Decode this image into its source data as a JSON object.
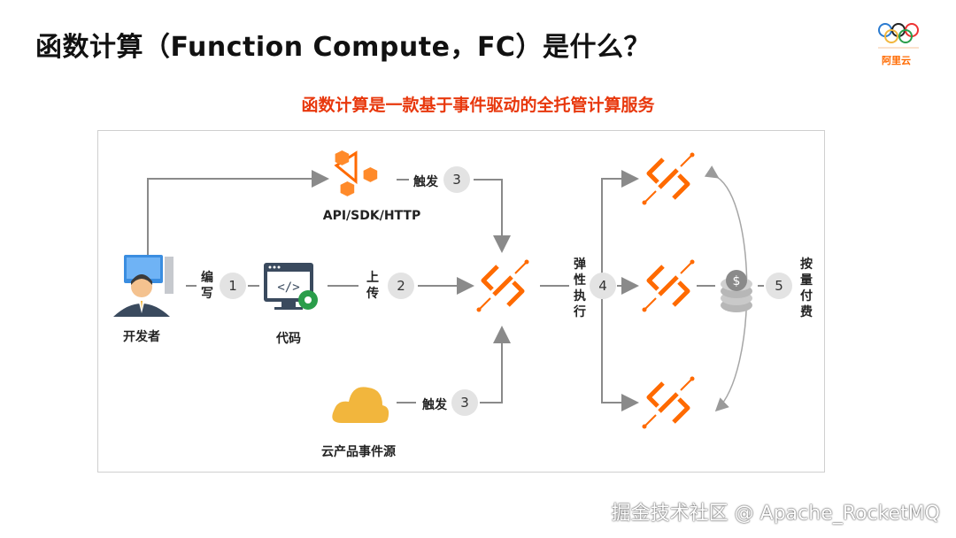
{
  "header": {
    "title": "函数计算（Function Compute，FC）是什么？",
    "logo_text": "阿里云"
  },
  "subtitle": "函数计算是一款基于事件驱动的全托管计算服务",
  "nodes": {
    "developer": "开发者",
    "code": "代码",
    "api": "API/SDK/HTTP",
    "cloud_source": "云产品事件源"
  },
  "steps": {
    "write": {
      "label": "编写",
      "num": "1"
    },
    "upload": {
      "label": "上传",
      "num": "2"
    },
    "trigger_api": {
      "label": "触发",
      "num": "3"
    },
    "trigger_cloud": {
      "label": "触发",
      "num": "3"
    },
    "elastic": {
      "label": "弹性执行",
      "num": "4"
    },
    "billing": {
      "label": "按量付费",
      "num": "5"
    }
  },
  "colors": {
    "accent": "#ff6a00",
    "highlight": "#e8380d",
    "cloud": "#f2b63d",
    "arrow": "#8a8a8a"
  },
  "watermark": "掘金技术社区 @ Apache_RocketMQ"
}
